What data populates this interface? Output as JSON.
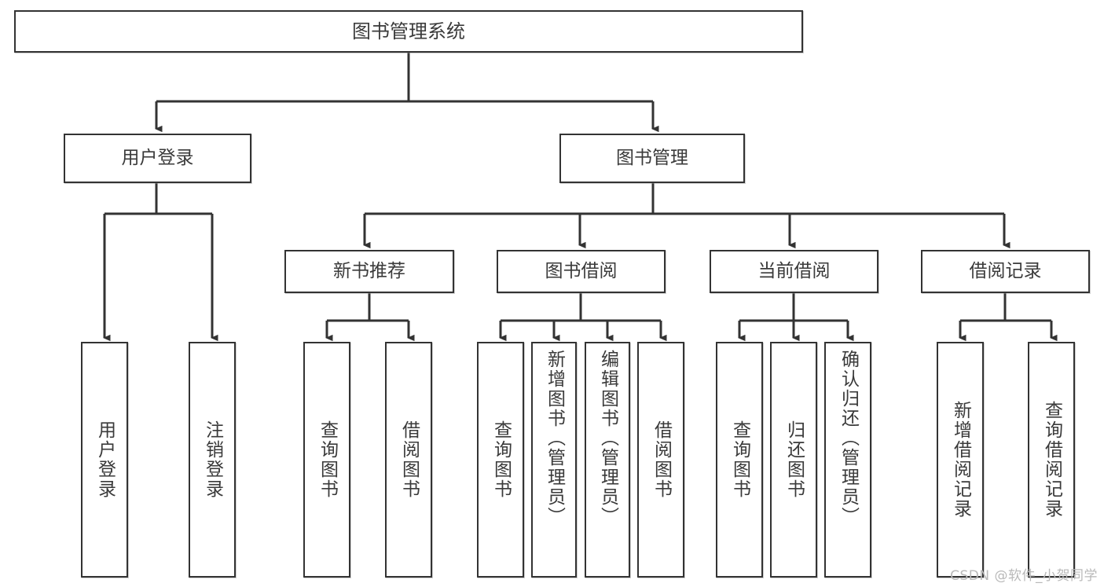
{
  "diagram": {
    "type": "hierarchy-tree",
    "title": "图书管理系统",
    "root": {
      "id": "root",
      "label": "图书管理系统"
    },
    "level2": [
      {
        "id": "user-login",
        "label": "用户登录"
      },
      {
        "id": "book-manage",
        "label": "图书管理"
      }
    ],
    "level3": [
      {
        "id": "new-book-recommend",
        "label": "新书推荐",
        "parent": "book-manage"
      },
      {
        "id": "book-borrow",
        "label": "图书借阅",
        "parent": "book-manage"
      },
      {
        "id": "current-borrow",
        "label": "当前借阅",
        "parent": "book-manage"
      },
      {
        "id": "borrow-record",
        "label": "借阅记录",
        "parent": "book-manage"
      }
    ],
    "leaves": [
      {
        "id": "leaf-user-login",
        "label": "用户登录",
        "parent": "user-login"
      },
      {
        "id": "leaf-user-logout",
        "label": "注销登录",
        "parent": "user-login"
      },
      {
        "id": "leaf-query-book-1",
        "label": "查询图书",
        "parent": "new-book-recommend"
      },
      {
        "id": "leaf-borrow-book-1",
        "label": "借阅图书",
        "parent": "new-book-recommend"
      },
      {
        "id": "leaf-query-book-2",
        "label": "查询图书",
        "parent": "book-borrow"
      },
      {
        "id": "leaf-add-book",
        "label": "新增图书（管理员）",
        "parent": "book-borrow"
      },
      {
        "id": "leaf-edit-book",
        "label": "编辑图书（管理员）",
        "parent": "book-borrow"
      },
      {
        "id": "leaf-borrow-book-2",
        "label": "借阅图书",
        "parent": "book-borrow"
      },
      {
        "id": "leaf-query-book-3",
        "label": "查询图书",
        "parent": "current-borrow"
      },
      {
        "id": "leaf-return-book",
        "label": "归还图书",
        "parent": "current-borrow"
      },
      {
        "id": "leaf-confirm-return",
        "label": "确认归还（管理员）",
        "parent": "current-borrow"
      },
      {
        "id": "leaf-add-record",
        "label": "新增借阅记录",
        "parent": "borrow-record"
      },
      {
        "id": "leaf-query-record",
        "label": "查询借阅记录",
        "parent": "borrow-record"
      }
    ],
    "watermark": "CSDN @软件_小贺同学",
    "colors": {
      "border": "#333333",
      "text": "#3a3a3a",
      "background": "#ffffff",
      "watermark": "#b9b9b9"
    }
  }
}
